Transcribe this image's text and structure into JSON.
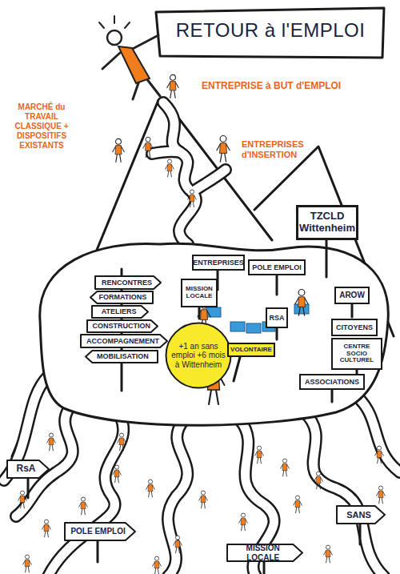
{
  "diagram": {
    "title": "RETOUR à l'EMPLOI",
    "nodes": [
      {
        "text": [
          "TZCLD Wittenheim"
        ]
      },
      {
        "text": [
          "ENTREPRISES"
        ]
      },
      {
        "text": [
          "POLE EMPLOI"
        ]
      },
      {
        "text": [
          "MISSION LOCALE"
        ]
      },
      {
        "text": [
          "RENCONTRES"
        ]
      },
      {
        "text": [
          "FORMATIONS"
        ]
      },
      {
        "text": [
          "ATELIERS"
        ]
      },
      {
        "text": [
          "CONSTRUCTION"
        ]
      },
      {
        "text": [
          "ACCOMPAGNEMENT"
        ]
      },
      {
        "text": [
          "MOBILISATION"
        ]
      },
      {
        "text": [
          "AROW"
        ]
      },
      {
        "text": [
          "CITOYENS"
        ]
      },
      {
        "text": [
          "+1 an sans emploi +6 mois à Wittenheim"
        ]
      },
      {
        "text": [
          "VOLONTAIRE"
        ]
      },
      {
        "text": [
          "RSA"
        ]
      },
      {
        "text": [
          "CENTRE SOCIO CULTUREL"
        ]
      },
      {
        "text": [
          "ASSOCIATIONS"
        ]
      },
      {
        "text": [
          "RsA"
        ]
      },
      {
        "text": [
          "POLE EMPLOI"
        ]
      },
      {
        "text": [
          "SANS"
        ]
      },
      {
        "text": [
          "MISSION LOCALE"
        ]
      }
    ],
    "labels": [
      "ENTREPRISE à BUT d'EMPLOI",
      "ENTREPRISES d'INSERTION",
      "MARCHÉ du TRAVAIL CLASSIQUE + DISPOSITIFS EXISTANTS"
    ]
  }
}
